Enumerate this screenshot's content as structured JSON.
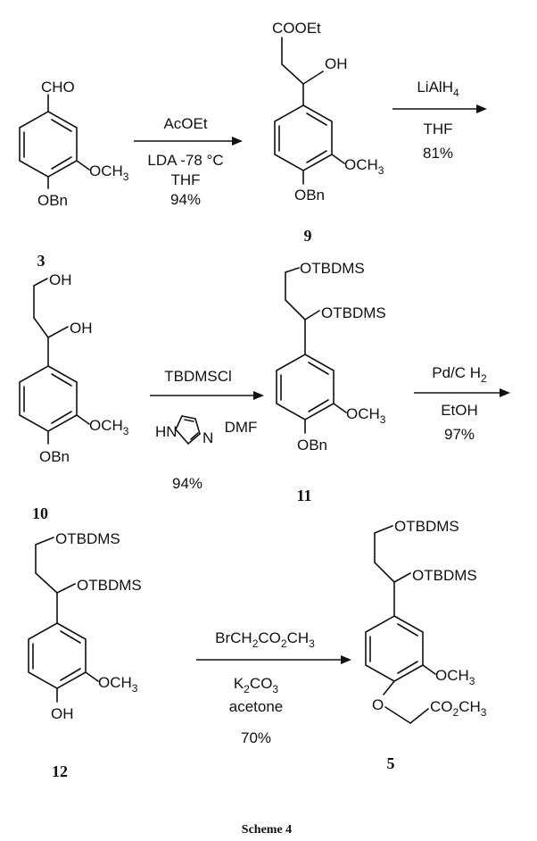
{
  "compounds": {
    "c3": {
      "number": "3",
      "top": "CHO",
      "och3": "OCH",
      "och3_sub": "3",
      "para": "OBn"
    },
    "c9": {
      "number": "9",
      "ester": "COOEt",
      "hydroxyl": "OH",
      "och3": "OCH",
      "och3_sub": "3",
      "para": "OBn"
    },
    "c10": {
      "number": "10",
      "primary_oh": "OH",
      "secondary_oh": "OH",
      "och3": "OCH",
      "och3_sub": "3",
      "para": "OBn"
    },
    "c11": {
      "number": "11",
      "primary_o": "OTBDMS",
      "secondary_o": "OTBDMS",
      "och3": "OCH",
      "och3_sub": "3",
      "para": "OBn"
    },
    "c12": {
      "number": "12",
      "primary_o": "OTBDMS",
      "secondary_o": "OTBDMS",
      "och3": "OCH",
      "och3_sub": "3",
      "para": "OH"
    },
    "c5": {
      "number": "5",
      "primary_o": "OTBDMS",
      "secondary_o": "OTBDMS",
      "och3": "OCH",
      "och3_sub": "3",
      "ether_o": "O",
      "ester_a": "CO",
      "ester_sub1": "2",
      "ester_b": "CH",
      "ester_sub2": "3"
    }
  },
  "steps": [
    {
      "conditions": [
        "AcOEt",
        "LDA -78 °C",
        "THF",
        "94%"
      ]
    },
    {
      "reagent": "LiAlH",
      "reagent_sub": "4",
      "solvent": "THF",
      "yield": "81%"
    },
    {
      "reagent": "TBDMSCl",
      "imidazole_h": "H",
      "imidazole_n1": "N",
      "imidazole_n2": "N",
      "solvent": "DMF",
      "yield": "94%"
    },
    {
      "reagent": "Pd/C  H",
      "reagent_sub": "2",
      "solvent": "EtOH",
      "yield": "97%"
    },
    {
      "reagent_a": "BrCH",
      "sub1": "2",
      "reagent_b": "CO",
      "sub2": "2",
      "reagent_c": "CH",
      "sub3": "3",
      "base": "K",
      "base_sub": "2",
      "base_b": "CO",
      "base_sub2": "3",
      "solvent": "acetone",
      "yield": "70%"
    }
  ],
  "caption": "Scheme 4"
}
